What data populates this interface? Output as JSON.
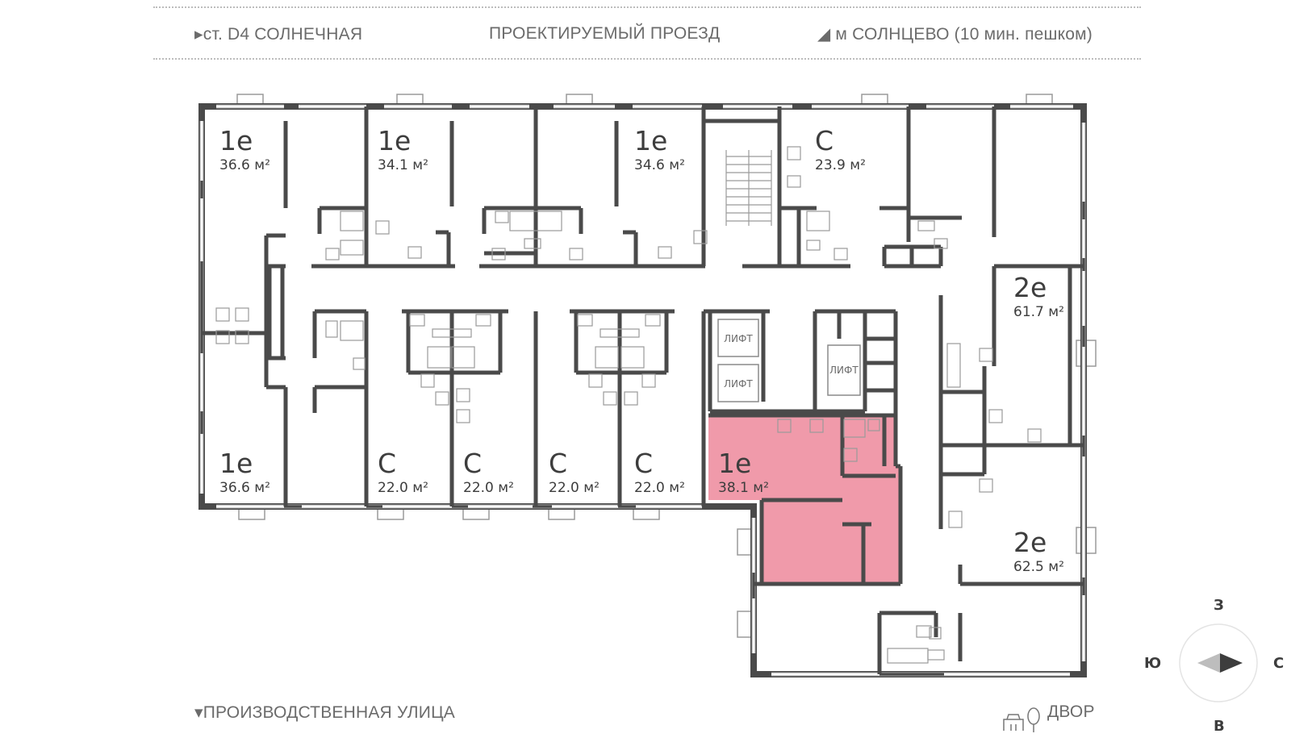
{
  "streets": {
    "top_left": "ст. D4 СОЛНЕЧНАЯ",
    "top_center": "ПРОЕКТИРУЕМЫЙ ПРОЕЗД",
    "top_right": "м СОЛНЦЕВО (10 мин. пешком)",
    "bottom_left": "ПРОИЗВОДСТВЕННАЯ УЛИЦА",
    "bottom_right": "ДВОР"
  },
  "apartments": [
    {
      "type": "1е",
      "area": "36.6 м²"
    },
    {
      "type": "1е",
      "area": "34.1 м²"
    },
    {
      "type": "1е",
      "area": "34.6 м²"
    },
    {
      "type": "С",
      "area": "23.9 м²"
    },
    {
      "type": "2е",
      "area": "61.7 м²"
    },
    {
      "type": "1е",
      "area": "36.6 м²"
    },
    {
      "type": "С",
      "area": "22.0 м²"
    },
    {
      "type": "С",
      "area": "22.0 м²"
    },
    {
      "type": "С",
      "area": "22.0 м²"
    },
    {
      "type": "С",
      "area": "22.0 м²"
    },
    {
      "type": "1е",
      "area": "38.1 м²",
      "highlighted": true
    },
    {
      "type": "2е",
      "area": "62.5 м²"
    }
  ],
  "lift_label": "ЛИФТ",
  "compass": {
    "north": "С",
    "south": "Ю",
    "west": "З",
    "east": "В"
  },
  "colors": {
    "wall": "#4a4a4a",
    "highlight": "#f09aaa",
    "text": "#3d3d3d"
  }
}
